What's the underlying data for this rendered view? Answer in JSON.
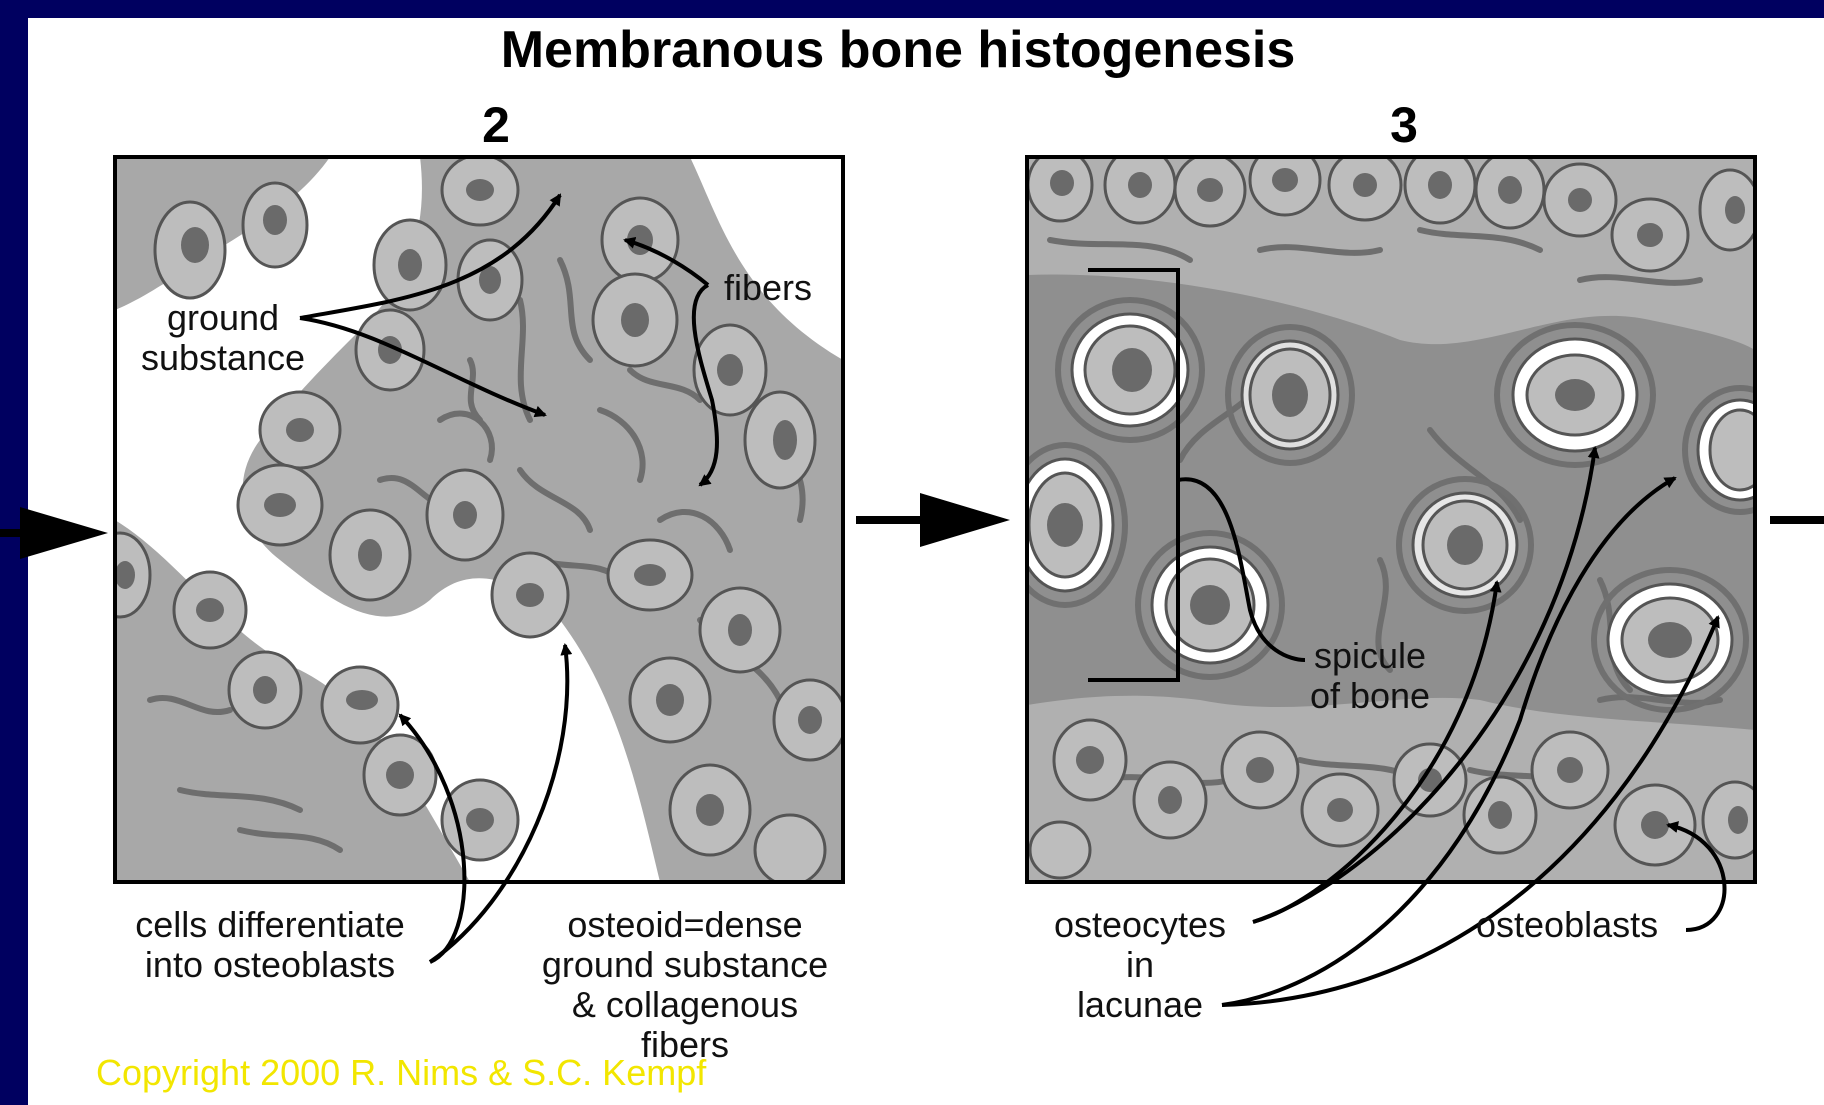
{
  "title": "Membranous bone histogenesis",
  "panels": [
    {
      "number": "2"
    },
    {
      "number": "3"
    }
  ],
  "labels": {
    "ground_substance": [
      "ground",
      "substance"
    ],
    "fibers": "fibers",
    "cells_differentiate": [
      "cells differentiate",
      "into osteoblasts"
    ],
    "osteoid": [
      "osteoid=dense",
      "ground substance",
      "& collagenous",
      "fibers"
    ],
    "spicule": [
      "spicule",
      "of bone"
    ],
    "osteocytes": [
      "osteocytes",
      "in",
      "lacunae"
    ],
    "osteoblasts": "osteoblasts"
  },
  "copyright": "Copyright 2000 R. Nims & S.C. Kempf",
  "colors": {
    "background": "#000060",
    "cell_fill": "#b8b8b8",
    "tissue_fill": "#a8a8a8",
    "bone_fill": "#8c8c8c",
    "nucleus": "#6e6e6e",
    "copyright": "#f2e600"
  }
}
